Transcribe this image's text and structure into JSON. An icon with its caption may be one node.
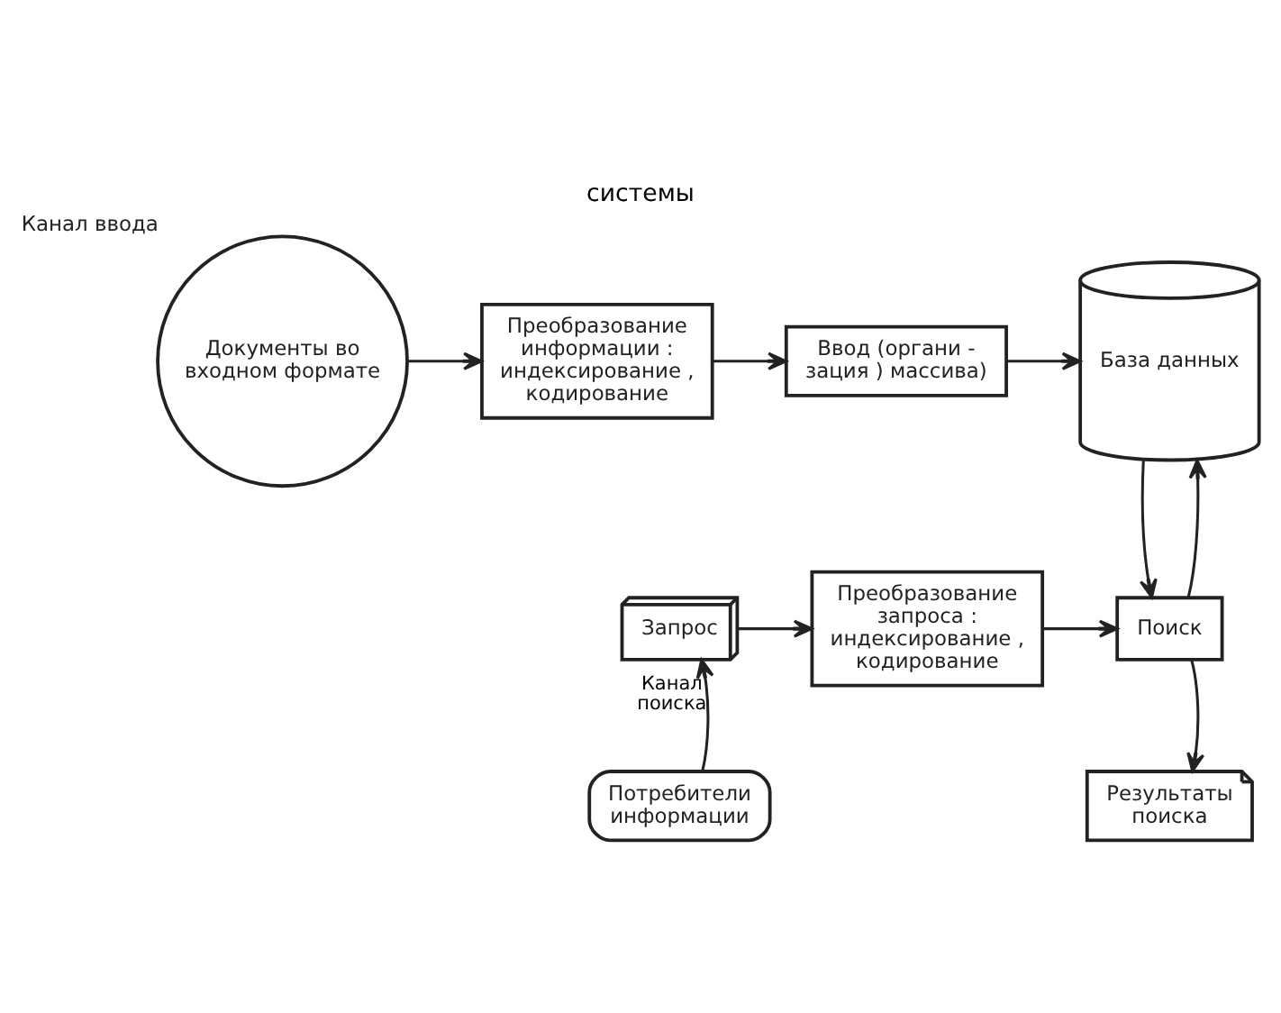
{
  "diagram": {
    "title": "системы",
    "nodes": [
      {
        "text": [
          "Документы во входном формате"
        ],
        "beside": [
          "Канал ввода"
        ]
      },
      {
        "text": [
          "Преобразование информации : индексирование , кодирование"
        ]
      },
      {
        "text": [
          "Ввод (органи - зация ) массива)"
        ]
      },
      {
        "text": [
          "База данных"
        ]
      },
      {
        "text": [
          "Запрос"
        ]
      },
      {
        "text": [
          "Преобразование запроса : индексирование , кодирование"
        ]
      },
      {
        "text": [
          "Поиск"
        ]
      },
      {
        "text": [
          "Результаты поиска"
        ]
      },
      {
        "text": [
          "Потребители информации"
        ]
      }
    ],
    "edges": [
      {
        "from": 0,
        "to": 1,
        "arrow": "to"
      },
      {
        "from": 1,
        "to": 2,
        "arrow": "to"
      },
      {
        "from": 2,
        "to": 3,
        "arrow": "to"
      },
      {
        "from": 3,
        "to": 6,
        "arrow": "to"
      },
      {
        "from": 6,
        "to": 3,
        "arrow": "to"
      },
      {
        "from": 4,
        "to": 5,
        "arrow": "to"
      },
      {
        "from": 5,
        "to": 6,
        "arrow": "to"
      },
      {
        "from": 6,
        "to": 7,
        "arrow": "to"
      },
      {
        "from": 8,
        "to": 4,
        "arrow": "to",
        "label": "Канал поиска"
      }
    ]
  }
}
